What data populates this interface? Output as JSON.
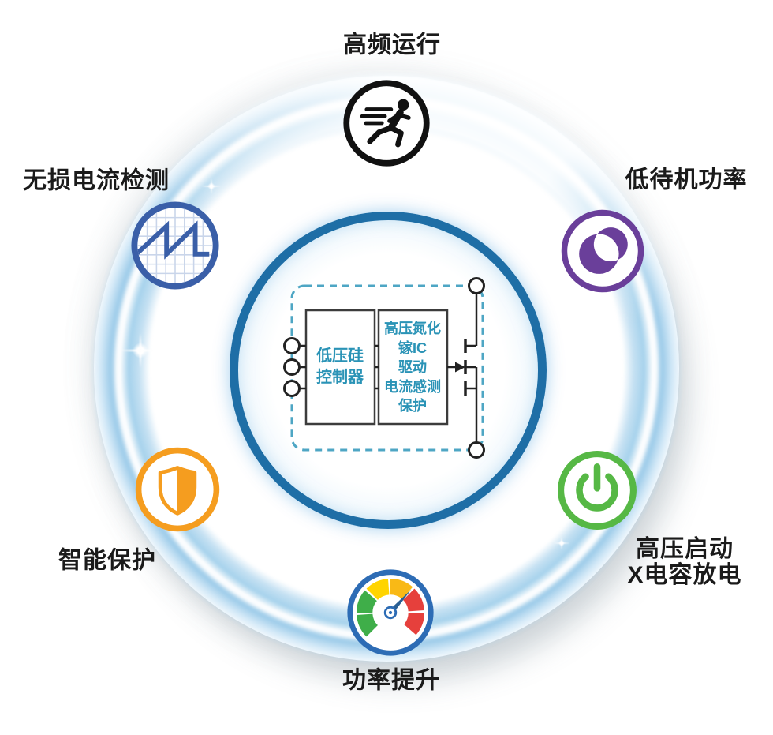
{
  "features": {
    "top": {
      "label": "高频运行",
      "icon": "runner-icon"
    },
    "top_left": {
      "label": "无损电流检测",
      "icon": "current-waveform-icon"
    },
    "top_right": {
      "label": "低待机功率",
      "icon": "moon-icon"
    },
    "right": {
      "label_line1": "高压启动",
      "label_line2": "X电容放电",
      "icon": "power-icon"
    },
    "bottom": {
      "label": "功率提升",
      "icon": "gauge-icon"
    },
    "bottom_left": {
      "label": "智能保护",
      "icon": "shield-icon"
    }
  },
  "center_diagram": {
    "controller_block": {
      "lines": [
        "低压硅",
        "控制器"
      ]
    },
    "gan_block": {
      "lines": [
        "高压氮化",
        "镓IC",
        "驱动",
        "电流感测",
        "保护"
      ]
    }
  },
  "colors": {
    "ring_blue": "#9ccbe9",
    "center_border": "#1e6ea6",
    "dashed_box": "#4ea6c4",
    "block_text": "#2a93b6",
    "circuit_line": "#222222",
    "label_text": "#1a1a1a",
    "runner_black": "#111111",
    "waveform_blue": "#3a5fa8",
    "grid_blue": "#c9d5ea",
    "moon_purple": "#6a3f9a",
    "power_green": "#56b845",
    "gauge_border_blue": "#2d6cb5",
    "gauge_green": "#3fae49",
    "gauge_yellow": "#ffd400",
    "gauge_gold": "#f9b916",
    "gauge_red": "#e6403c",
    "gauge_needle": "#2a5f93",
    "shield_orange": "#f59d1f"
  }
}
